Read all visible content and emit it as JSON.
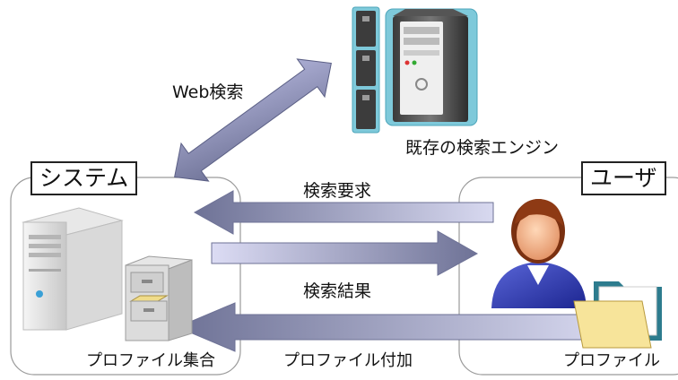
{
  "web_search_label": "Web検索",
  "search_engine_label": "既存の検索エンジン",
  "system": {
    "title": "システム",
    "caption": "プロファイル集合"
  },
  "user": {
    "title": "ユーザ",
    "caption": "プロファイル"
  },
  "arrows": {
    "search_request": "検索要求",
    "search_result": "検索結果",
    "profile_attach": "プロファイル付加"
  },
  "colors": {
    "arrow_fill": "#8b8fb4",
    "arrow_light": "#d2d3ee",
    "box_border": "#9a9a9a",
    "highlight": "#7ec9da"
  },
  "icons": [
    "server-rack-icon",
    "tower-pc-icon",
    "server-icon",
    "file-cabinet-icon",
    "user-icon",
    "folder-icon"
  ]
}
